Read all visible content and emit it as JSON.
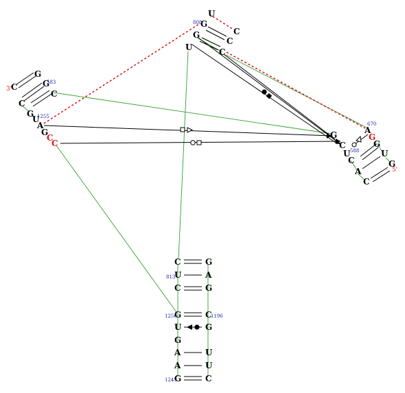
{
  "diagram": {
    "colors": {
      "nucleotide": "#000000",
      "highlight": "#dd1111",
      "number": "#1a1aaa",
      "pair": "#000000",
      "backbone": "#2fa02f",
      "interaction": "#dd1111"
    },
    "strand_ends": {
      "left_5p": "3'",
      "right_3p": "5'"
    },
    "position_labels": {
      "p808": "808",
      "p583": "583",
      "p1255": "1255",
      "p670": "670",
      "p588": "588",
      "p813": "813",
      "p1250": "1250",
      "p1196": "1196",
      "p1245": "1245"
    },
    "nucleotides": {
      "top": [
        "U",
        "G",
        "C",
        "G",
        "C",
        "U",
        "C"
      ],
      "left": [
        "G",
        "G",
        "C",
        "C",
        "C",
        "G",
        "U",
        "A",
        "G",
        "C"
      ],
      "right": [
        "A",
        "G",
        "G",
        "U",
        "G",
        "C",
        "U",
        "C",
        "A",
        "C"
      ],
      "bottom_left": [
        "C",
        "U",
        "C",
        "G",
        "U",
        "G",
        "A",
        "A",
        "G"
      ],
      "bottom_right": [
        "G",
        "A",
        "G",
        "C",
        "G",
        "U",
        "U",
        "C"
      ]
    }
  }
}
